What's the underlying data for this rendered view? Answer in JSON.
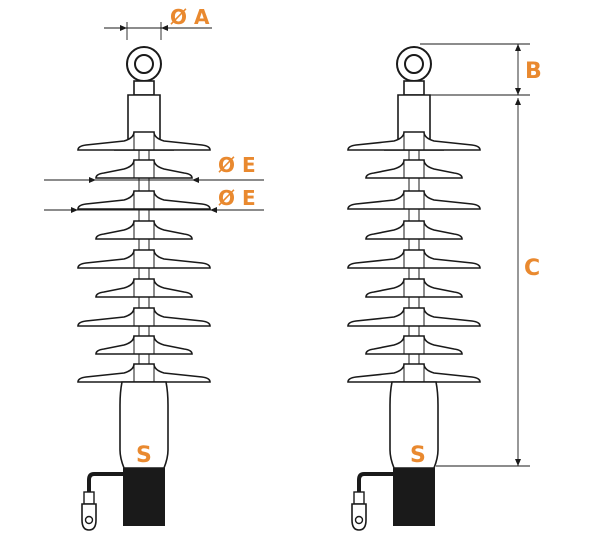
{
  "diagram": {
    "label_color": "#E9892F",
    "line_color": "#1a1a1a",
    "left_view": {
      "labels": {
        "diameter_a": "Ø A",
        "diameter_e_upper": "Ø E",
        "diameter_e_lower": "Ø E",
        "s_marker": "S"
      }
    },
    "right_view": {
      "labels": {
        "dim_b": "B",
        "dim_c": "C",
        "s_marker": "S"
      }
    }
  }
}
